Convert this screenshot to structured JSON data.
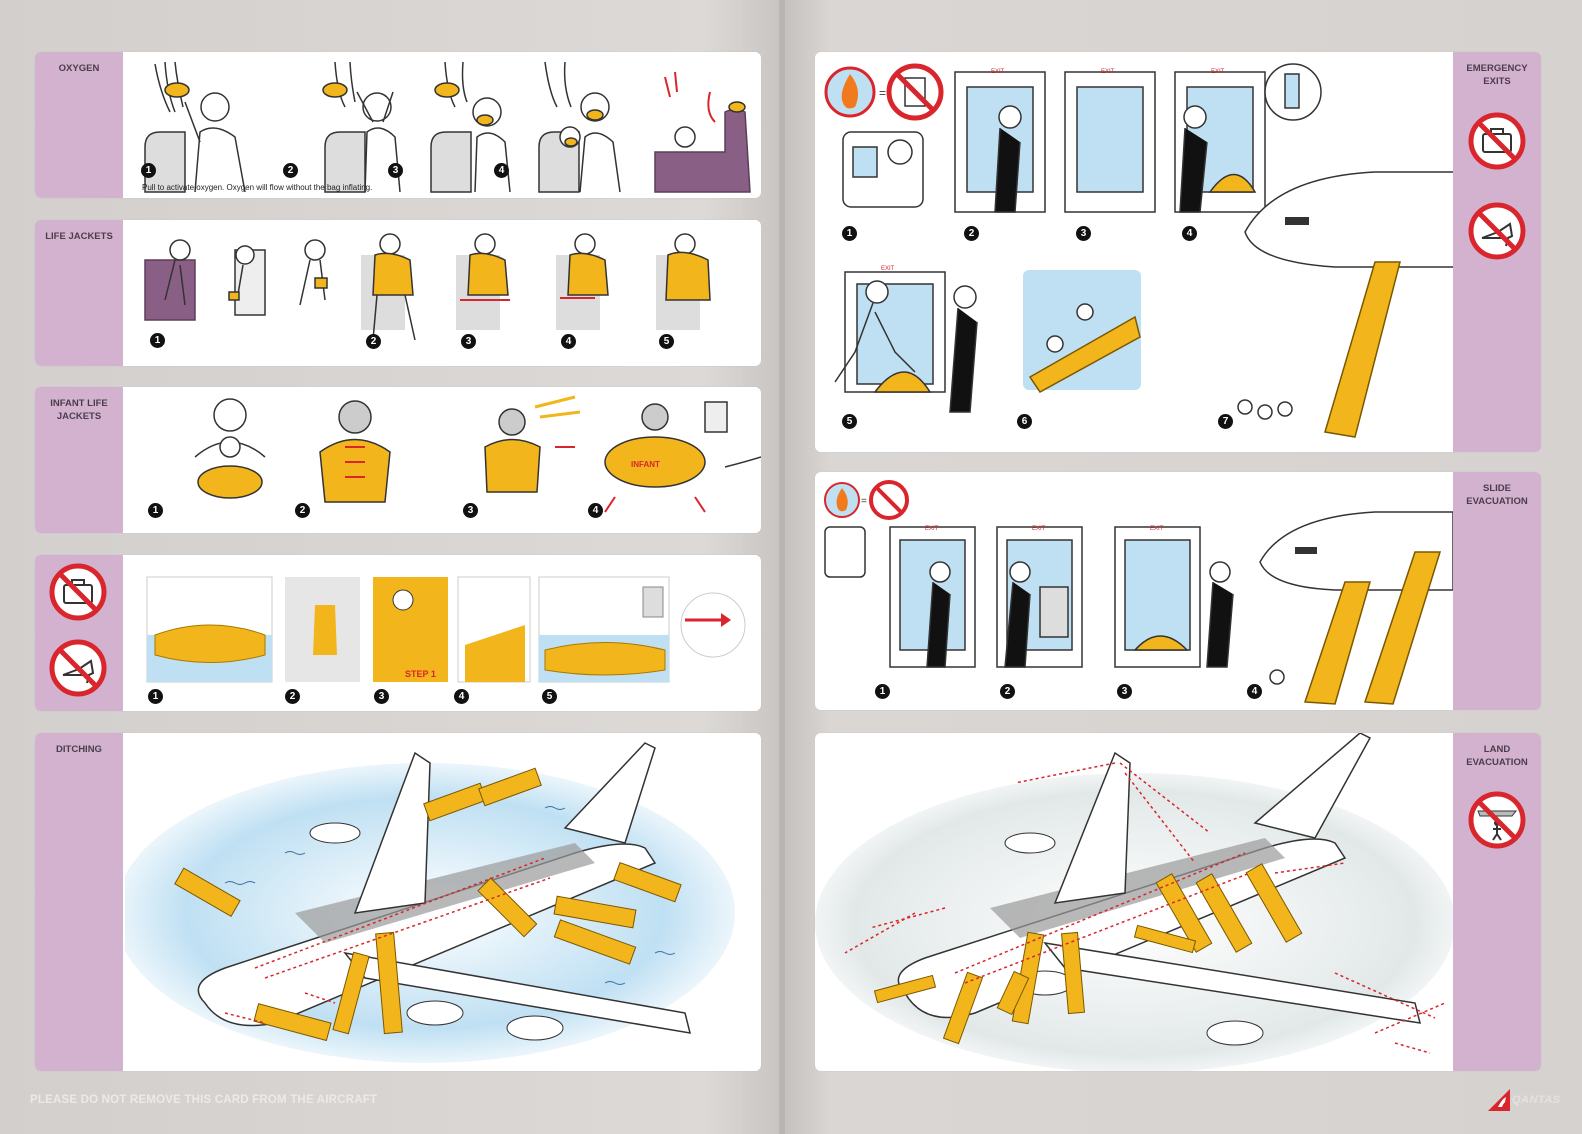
{
  "sections": {
    "oxygen": {
      "label": "OXYGEN",
      "steps": [
        "1",
        "2",
        "3",
        "4"
      ],
      "caption": "Pull to activate oxygen. Oxygen will flow without the bag inflating."
    },
    "life_jackets": {
      "label": "LIFE JACKETS",
      "steps": [
        "1",
        "2",
        "3",
        "4",
        "5"
      ]
    },
    "infant_life_jackets": {
      "label": "INFANT LIFE JACKETS",
      "steps": [
        "1",
        "2",
        "3",
        "4"
      ],
      "infant_text": "INFANT"
    },
    "raft": {
      "steps": [
        "1",
        "2",
        "3",
        "4",
        "5"
      ],
      "step_text": "STEP 1"
    },
    "ditching": {
      "label": "DITCHING"
    },
    "emergency_exits": {
      "label": "EMERGENCY EXITS",
      "steps": [
        "1",
        "2",
        "3",
        "4",
        "5",
        "6",
        "7"
      ],
      "exit_sign": "EXIT"
    },
    "slide_evacuation": {
      "label": "SLIDE EVACUATION",
      "steps": [
        "1",
        "2",
        "3",
        "4"
      ]
    },
    "land_evacuation": {
      "label": "LAND EVACUATION"
    }
  },
  "footer": {
    "text": "PLEASE DO NOT REMOVE THIS CARD FROM THE AIRCRAFT",
    "brand": "QANTAS"
  },
  "colors": {
    "label_bg": "#d2b2cf",
    "accent_yellow": "#f2b51c",
    "prohibit_red": "#d8262c",
    "seat_purple": "#8a5f86"
  },
  "icons": {
    "no_baggage": "no-baggage-icon",
    "no_heels": "no-high-heels-icon",
    "no_fire": "no-fire-icon",
    "no_walk_under_wing": "no-walk-under-wing-icon"
  }
}
